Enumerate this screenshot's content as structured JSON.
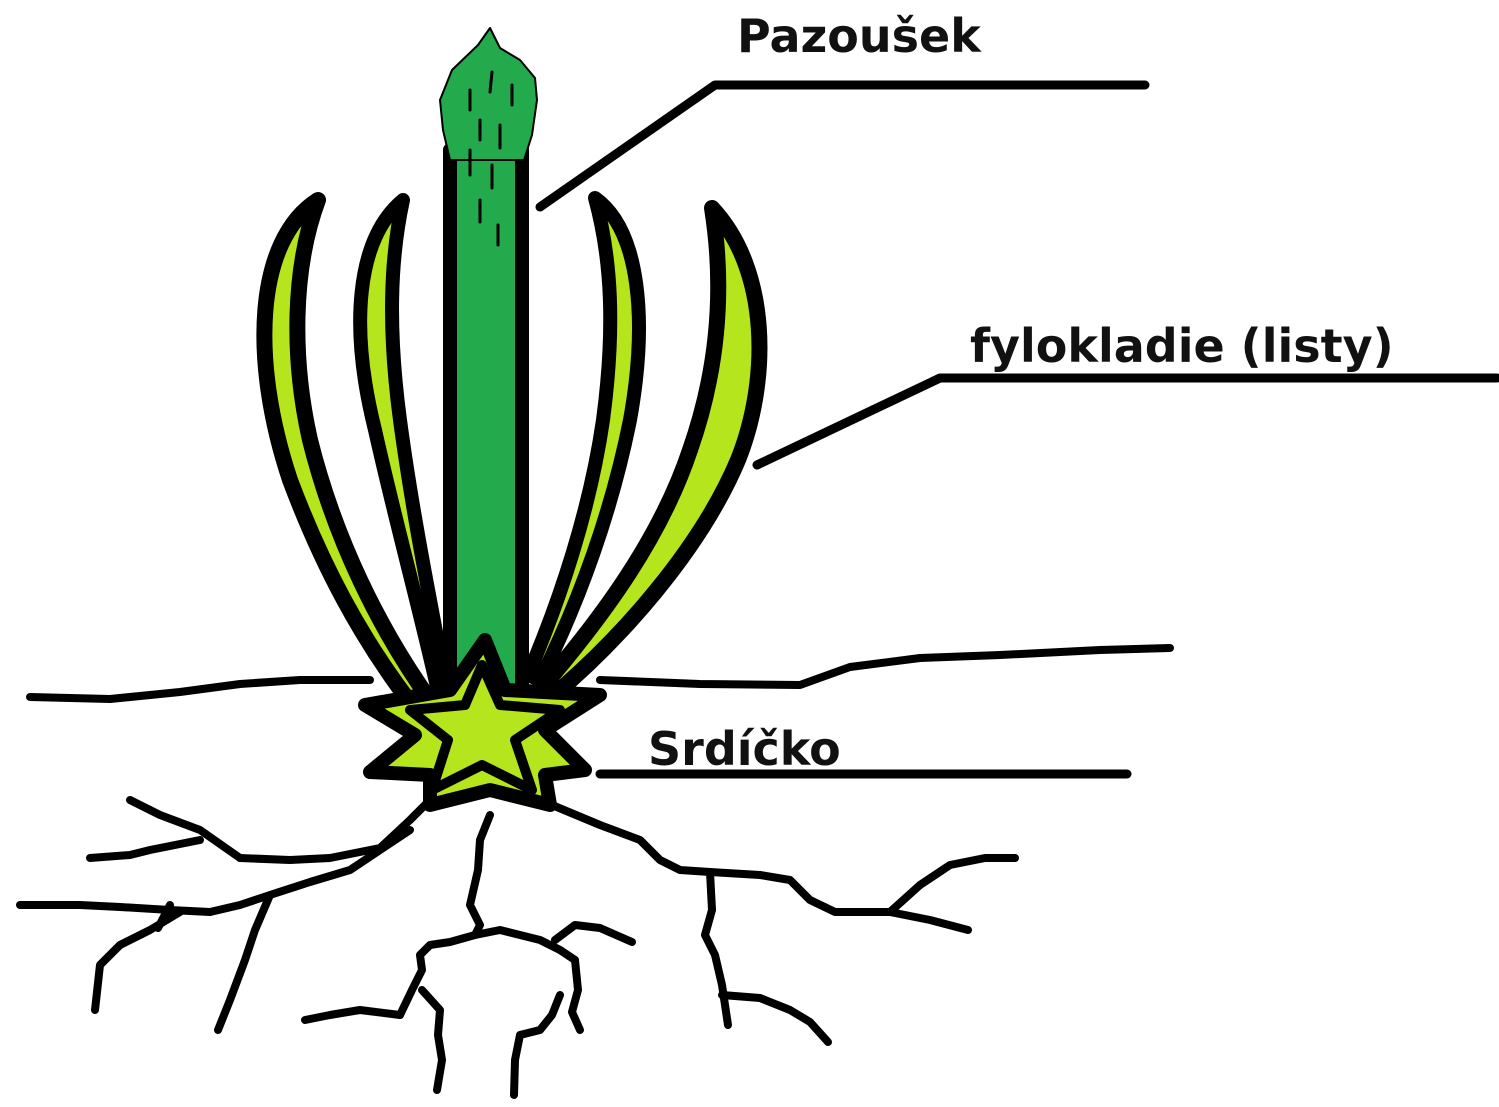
{
  "labels": {
    "stem": "Pazoušek",
    "leaves": "fylokladie (listy)",
    "crown": "Srdíčko"
  },
  "colors": {
    "background": "#ffffff",
    "outline": "#000000",
    "stem_fill": "#22aa4c",
    "leaf_fill": "#b5e51d",
    "label_text": "#111111"
  }
}
